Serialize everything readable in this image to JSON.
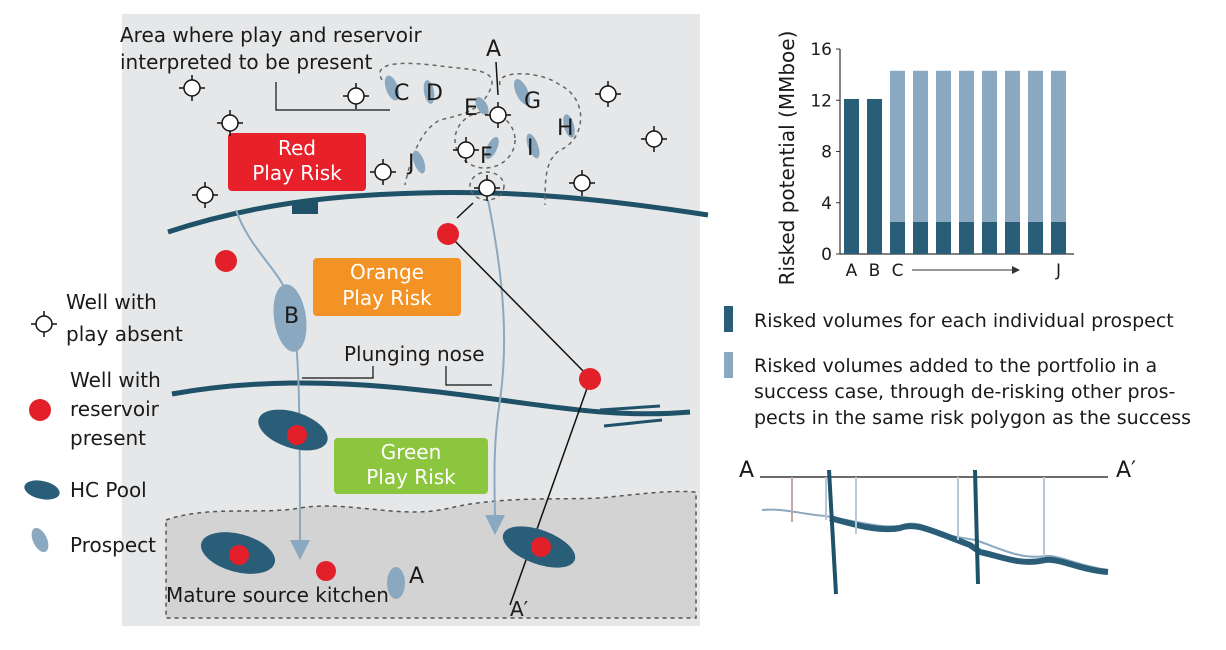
{
  "map": {
    "area_label_line1": "Area where play and reservoir",
    "area_label_line2": "interpreted to be present",
    "red_risk_line1": "Red",
    "red_risk_line2": "Play Risk",
    "orange_risk_line1": "Orange",
    "orange_risk_line2": "Play Risk",
    "green_risk_line1": "Green",
    "green_risk_line2": "Play Risk",
    "plunging_nose": "Plunging nose",
    "mature_source_kitchen": "Mature source kitchen",
    "cross_section_start": "A",
    "cross_section_end": "A′",
    "prospect_labels": [
      "A",
      "B",
      "C",
      "D",
      "E",
      "F",
      "G",
      "H",
      "I",
      "J"
    ],
    "colors": {
      "red_risk": "#e8202a",
      "orange_risk": "#f39325",
      "green_risk": "#8cc63e",
      "hc_pool": "#2a5e78",
      "prospect": "#8aa9c0",
      "well_present": "#e3202a"
    }
  },
  "legend_left": {
    "well_absent_line1": "Well with",
    "well_absent_line2": "play absent",
    "well_present_line1": "Well with",
    "well_present_line2": "reservoir",
    "well_present_line3": "present",
    "hc_pool": "HC Pool",
    "prospect": "Prospect"
  },
  "chart_data": {
    "type": "bar",
    "stacked": true,
    "categories": [
      "A",
      "B",
      "C",
      "D",
      "E",
      "F",
      "G",
      "H",
      "I",
      "J"
    ],
    "category_tick_labels": [
      "A",
      "B",
      "C",
      "J"
    ],
    "ylabel": "Risked potential (MMboe)",
    "ylim": [
      0,
      16
    ],
    "yticks": [
      0,
      4,
      8,
      12,
      16
    ],
    "series": [
      {
        "values": [
          12.1,
          12.1,
          2.5,
          2.5,
          2.5,
          2.5,
          2.5,
          2.5,
          2.5,
          2.5
        ],
        "color": "#2a5e78"
      },
      {
        "values": [
          0,
          0,
          11.8,
          11.8,
          11.8,
          11.8,
          11.8,
          11.8,
          11.8,
          11.8
        ],
        "color": "#8aa9c0"
      }
    ]
  },
  "legend_right": {
    "dark_label": "Risked volumes for each individual prospect",
    "light_line1": "Risked volumes added to the portfolio in a",
    "light_line2": "success case, through de-risking other pros-",
    "light_line3": "pects in the same risk polygon as the success"
  },
  "section": {
    "start_label": "A",
    "end_label": "A′"
  }
}
